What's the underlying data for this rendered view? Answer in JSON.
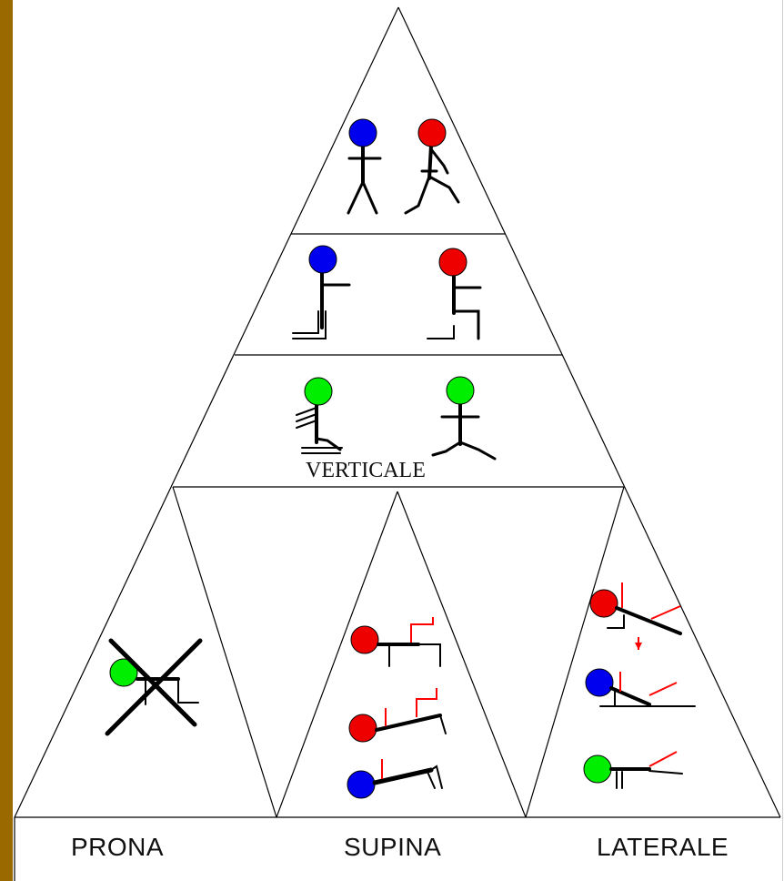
{
  "labels": {
    "vertical": "VERTICALE",
    "prone": "PRONA",
    "supine": "SUPINA",
    "lateral": "LATERALE"
  },
  "colors": {
    "left_bar": "#9a6a00",
    "head_blue": "#0000ee",
    "head_red": "#ee0000",
    "head_green": "#00ee00",
    "accent_red": "#ff0000",
    "line": "#000000"
  },
  "icons": [
    "standing-figure-blue-icon",
    "walking-figure-red-icon",
    "seated-figure-blue-icon",
    "seated-figure-red-icon",
    "seated-leaning-figure-green-icon",
    "seated-spread-figure-green-icon",
    "prone-figure-crossed-icon",
    "supine-figure-red-icon",
    "supine-figure-red-icon",
    "supine-figure-blue-icon",
    "lateral-figure-red-icon",
    "lateral-figure-blue-icon",
    "lateral-figure-green-icon"
  ]
}
